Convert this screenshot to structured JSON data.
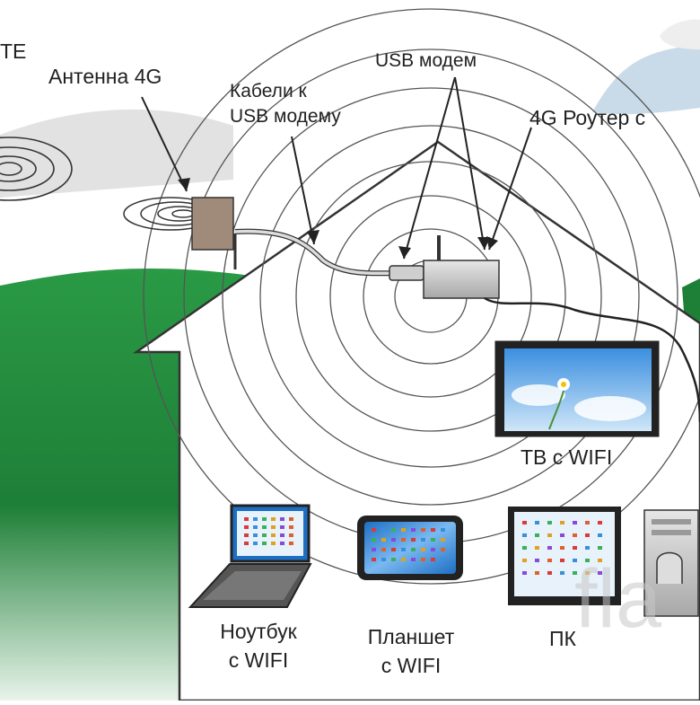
{
  "labels": {
    "lte": "TE",
    "antenna": "Антенна 4G",
    "cables_line1": "Кабели к",
    "cables_line2": "USB модему",
    "usb_modem": "USB модем",
    "router": "4G Роутер с",
    "tv": "ТВ с WIFI",
    "laptop_line1": "Ноутбук",
    "laptop_line2": "с WIFI",
    "tablet_line1": "Планшет",
    "tablet_line2": "с WIFI",
    "pc": "ПК"
  },
  "watermark": "fla",
  "colors": {
    "grass": "#1f8a3a",
    "grass_light": "#9fd3a6",
    "house_line": "#333333",
    "device_gray": "#b8b8b8",
    "screen_blue": "#2f7fd6",
    "cloud": "#c9dbe8"
  }
}
